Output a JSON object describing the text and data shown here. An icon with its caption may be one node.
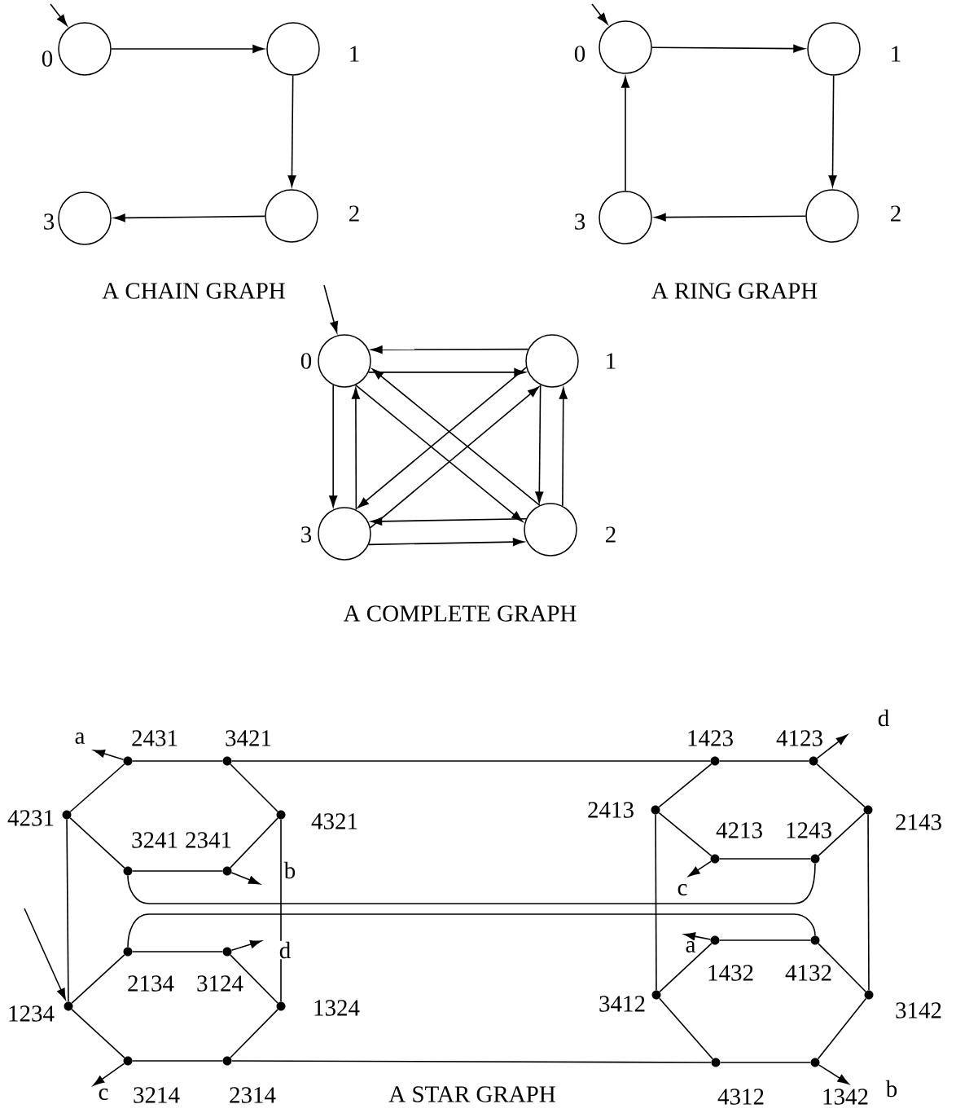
{
  "diagram": {
    "nodes": [
      {
        "text": [],
        "shape": "circle",
        "beside": [
          "0"
        ]
      },
      {
        "text": [],
        "shape": "circle",
        "beside": [
          "1"
        ]
      },
      {
        "text": [],
        "shape": "circle",
        "beside": [
          "2"
        ]
      },
      {
        "text": [],
        "shape": "circle",
        "beside": [
          "3"
        ]
      },
      {
        "text": [],
        "shape": "circle",
        "beside": [
          "0"
        ]
      },
      {
        "text": [],
        "shape": "circle",
        "beside": [
          "1"
        ]
      },
      {
        "text": [],
        "shape": "circle",
        "beside": [
          "2"
        ]
      },
      {
        "text": [],
        "shape": "circle",
        "beside": [
          "3"
        ]
      },
      {
        "text": [],
        "shape": "circle",
        "beside": [
          "0"
        ]
      },
      {
        "text": [],
        "shape": "circle",
        "beside": [
          "1"
        ]
      },
      {
        "text": [],
        "shape": "circle",
        "beside": [
          "2"
        ]
      },
      {
        "text": [],
        "shape": "circle",
        "beside": [
          "3"
        ]
      },
      {
        "text": [],
        "shape": "dot",
        "beside": [
          "2431"
        ]
      },
      {
        "text": [],
        "shape": "dot",
        "beside": [
          "3421"
        ]
      },
      {
        "text": [],
        "shape": "dot",
        "beside": [
          "4231"
        ]
      },
      {
        "text": [],
        "shape": "dot",
        "beside": [
          "4321"
        ]
      },
      {
        "text": [],
        "shape": "dot",
        "beside": [
          "3241"
        ]
      },
      {
        "text": [],
        "shape": "dot",
        "beside": [
          "2341"
        ]
      },
      {
        "text": [],
        "shape": "dot",
        "beside": [
          "2134"
        ]
      },
      {
        "text": [],
        "shape": "dot",
        "beside": [
          "3124"
        ]
      },
      {
        "text": [],
        "shape": "dot",
        "beside": [
          "1234"
        ]
      },
      {
        "text": [],
        "shape": "dot",
        "beside": [
          "1324"
        ]
      },
      {
        "text": [],
        "shape": "dot",
        "beside": [
          "3214"
        ]
      },
      {
        "text": [],
        "shape": "dot",
        "beside": [
          "2314"
        ]
      },
      {
        "text": [],
        "shape": "dot",
        "beside": [
          "1423"
        ]
      },
      {
        "text": [],
        "shape": "dot",
        "beside": [
          "4123"
        ]
      },
      {
        "text": [],
        "shape": "dot",
        "beside": [
          "2413"
        ]
      },
      {
        "text": [],
        "shape": "dot",
        "beside": [
          "2143"
        ]
      },
      {
        "text": [],
        "shape": "dot",
        "beside": [
          "4213"
        ]
      },
      {
        "text": [],
        "shape": "dot",
        "beside": [
          "1243"
        ]
      },
      {
        "text": [],
        "shape": "dot",
        "beside": [
          "1432"
        ]
      },
      {
        "text": [],
        "shape": "dot",
        "beside": [
          "4132"
        ]
      },
      {
        "text": [],
        "shape": "dot",
        "beside": [
          "3412"
        ]
      },
      {
        "text": [],
        "shape": "dot",
        "beside": [
          "3142"
        ]
      },
      {
        "text": [],
        "shape": "dot",
        "beside": [
          "4312"
        ]
      },
      {
        "text": [],
        "shape": "dot",
        "beside": [
          "1342"
        ]
      }
    ],
    "edges": [
      {
        "from": null,
        "to": 0,
        "arrow": "to"
      },
      {
        "from": 0,
        "to": 1,
        "arrow": "to"
      },
      {
        "from": 1,
        "to": 2,
        "arrow": "to"
      },
      {
        "from": 2,
        "to": 3,
        "arrow": "to"
      },
      {
        "from": null,
        "to": 4,
        "arrow": "to"
      },
      {
        "from": 4,
        "to": 5,
        "arrow": "to"
      },
      {
        "from": 5,
        "to": 6,
        "arrow": "to"
      },
      {
        "from": 6,
        "to": 7,
        "arrow": "to"
      },
      {
        "from": 7,
        "to": 4,
        "arrow": "to"
      },
      {
        "from": null,
        "to": 8,
        "arrow": "to"
      },
      {
        "from": 9,
        "to": 8,
        "arrow": "to"
      },
      {
        "from": 8,
        "to": 9,
        "arrow": "to"
      },
      {
        "from": 8,
        "to": 11,
        "arrow": "to"
      },
      {
        "from": 11,
        "to": 8,
        "arrow": "to"
      },
      {
        "from": 9,
        "to": 10,
        "arrow": "to"
      },
      {
        "from": 10,
        "to": 9,
        "arrow": "to"
      },
      {
        "from": 10,
        "to": 11,
        "arrow": "to"
      },
      {
        "from": 11,
        "to": 10,
        "arrow": "to"
      },
      {
        "from": 8,
        "to": 10,
        "arrow": "to"
      },
      {
        "from": 10,
        "to": 8,
        "arrow": "to"
      },
      {
        "from": 9,
        "to": 11,
        "arrow": "to"
      },
      {
        "from": 11,
        "to": 9,
        "arrow": "to"
      },
      {
        "from": null,
        "to": 20,
        "arrow": "to"
      },
      {
        "from": 12,
        "to": 13,
        "arrow": "none"
      },
      {
        "from": 12,
        "to": 14,
        "arrow": "none"
      },
      {
        "from": 13,
        "to": 15,
        "arrow": "none"
      },
      {
        "from": 14,
        "to": 16,
        "arrow": "none"
      },
      {
        "from": 16,
        "to": 17,
        "arrow": "none"
      },
      {
        "from": 17,
        "to": 15,
        "arrow": "none"
      },
      {
        "from": 14,
        "to": 20,
        "arrow": "none"
      },
      {
        "from": 15,
        "to": 21,
        "arrow": "none"
      },
      {
        "from": 20,
        "to": 18,
        "arrow": "none"
      },
      {
        "from": 18,
        "to": 19,
        "arrow": "none"
      },
      {
        "from": 19,
        "to": 21,
        "arrow": "none"
      },
      {
        "from": 20,
        "to": 22,
        "arrow": "none"
      },
      {
        "from": 22,
        "to": 23,
        "arrow": "none"
      },
      {
        "from": 23,
        "to": 21,
        "arrow": "none"
      },
      {
        "from": 13,
        "to": 24,
        "arrow": "none"
      },
      {
        "from": 23,
        "to": 34,
        "arrow": "none"
      },
      {
        "from": 16,
        "to": 29,
        "arrow": "none"
      },
      {
        "from": 18,
        "to": 31,
        "arrow": "none"
      },
      {
        "from": 24,
        "to": 25,
        "arrow": "none"
      },
      {
        "from": 24,
        "to": 26,
        "arrow": "none"
      },
      {
        "from": 25,
        "to": 27,
        "arrow": "none"
      },
      {
        "from": 26,
        "to": 28,
        "arrow": "none"
      },
      {
        "from": 28,
        "to": 29,
        "arrow": "none"
      },
      {
        "from": 29,
        "to": 27,
        "arrow": "none"
      },
      {
        "from": 26,
        "to": 32,
        "arrow": "none"
      },
      {
        "from": 27,
        "to": 33,
        "arrow": "none"
      },
      {
        "from": 30,
        "to": 31,
        "arrow": "none"
      },
      {
        "from": 30,
        "to": 32,
        "arrow": "none"
      },
      {
        "from": 31,
        "to": 33,
        "arrow": "none"
      },
      {
        "from": 32,
        "to": 34,
        "arrow": "none"
      },
      {
        "from": 34,
        "to": 35,
        "arrow": "none"
      },
      {
        "from": 35,
        "to": 33,
        "arrow": "none"
      },
      {
        "from": 12,
        "to": null,
        "arrow": "to",
        "label": "a"
      },
      {
        "from": 17,
        "to": null,
        "arrow": "to",
        "label": "b"
      },
      {
        "from": 19,
        "to": null,
        "arrow": "to",
        "label": "d"
      },
      {
        "from": 22,
        "to": null,
        "arrow": "to",
        "label": "c"
      },
      {
        "from": 25,
        "to": null,
        "arrow": "to",
        "label": "d"
      },
      {
        "from": 28,
        "to": null,
        "arrow": "to",
        "label": "c"
      },
      {
        "from": 30,
        "to": null,
        "arrow": "to",
        "label": "a"
      },
      {
        "from": 35,
        "to": null,
        "arrow": "to",
        "label": "b"
      }
    ],
    "labels": [
      "A CHAIN GRAPH",
      "A RING GRAPH",
      "A COMPLETE GRAPH",
      "A STAR GRAPH"
    ]
  }
}
